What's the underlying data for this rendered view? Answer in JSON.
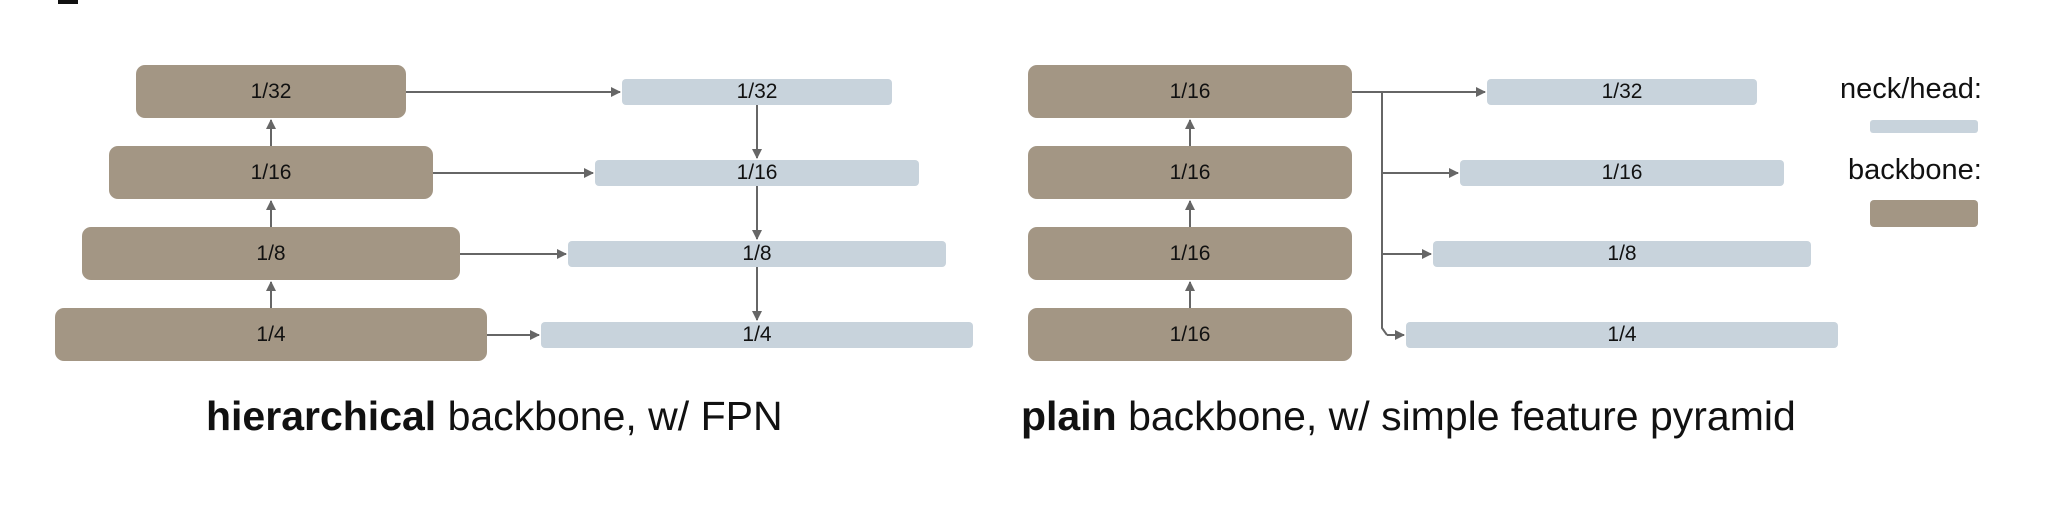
{
  "colors": {
    "backbone": "#a39684",
    "neck_head": "#c8d3dc",
    "arrow": "#666666"
  },
  "left_diagram": {
    "backbone_stages": [
      "1/32",
      "1/16",
      "1/8",
      "1/4"
    ],
    "neck_stages": [
      "1/32",
      "1/16",
      "1/8",
      "1/4"
    ],
    "caption_bold": "hierarchical",
    "caption_rest": " backbone, w/ FPN"
  },
  "right_diagram": {
    "backbone_stages": [
      "1/16",
      "1/16",
      "1/16",
      "1/16"
    ],
    "neck_stages": [
      "1/32",
      "1/16",
      "1/8",
      "1/4"
    ],
    "caption_bold": "plain",
    "caption_rest": " backbone, w/ simple feature pyramid"
  },
  "legend": {
    "neck_head_label": "neck/head:",
    "backbone_label": "backbone:"
  }
}
